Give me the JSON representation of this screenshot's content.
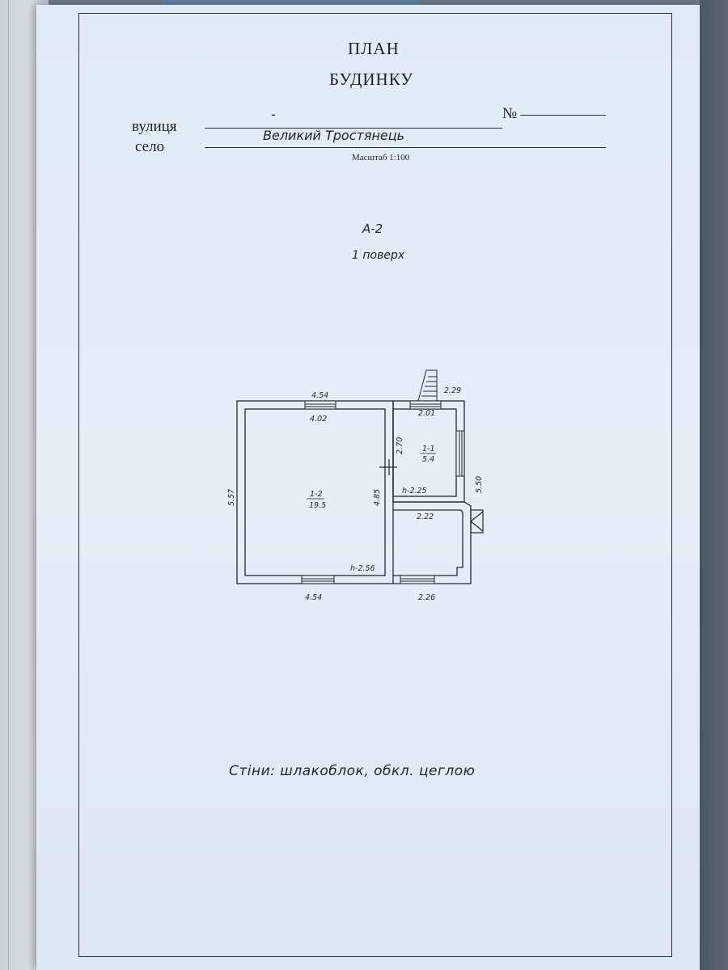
{
  "document": {
    "title_line1": "ПЛАН",
    "title_line2": "БУДИНКУ",
    "street_label": "вулиця",
    "street_value": "-",
    "number_label": "№",
    "village_label": "село",
    "village_value": "Великий Тростянець",
    "scale": "Масштаб 1:100",
    "building_id": "А-2",
    "floor": "1 поверх",
    "walls_note": "Стіни: шлакоблок, обкл. цеглою"
  },
  "plan": {
    "dimensions": {
      "top_left_outer": "4.54",
      "top_left_inner": "4.02",
      "top_right_outer": "2.29",
      "top_right_inner": "2.01",
      "left_height": "5.57",
      "middle_height": "4.85",
      "small_room_height": "2.70",
      "right_height": "5.50",
      "mid_right_width": "2.22",
      "bottom_left": "4.54",
      "bottom_right": "2.26"
    },
    "rooms": [
      {
        "id": "1-2",
        "area": "19.5",
        "height": "h-2.56"
      },
      {
        "id": "1-1",
        "area": "5.4",
        "height": "h-2.25"
      }
    ]
  }
}
